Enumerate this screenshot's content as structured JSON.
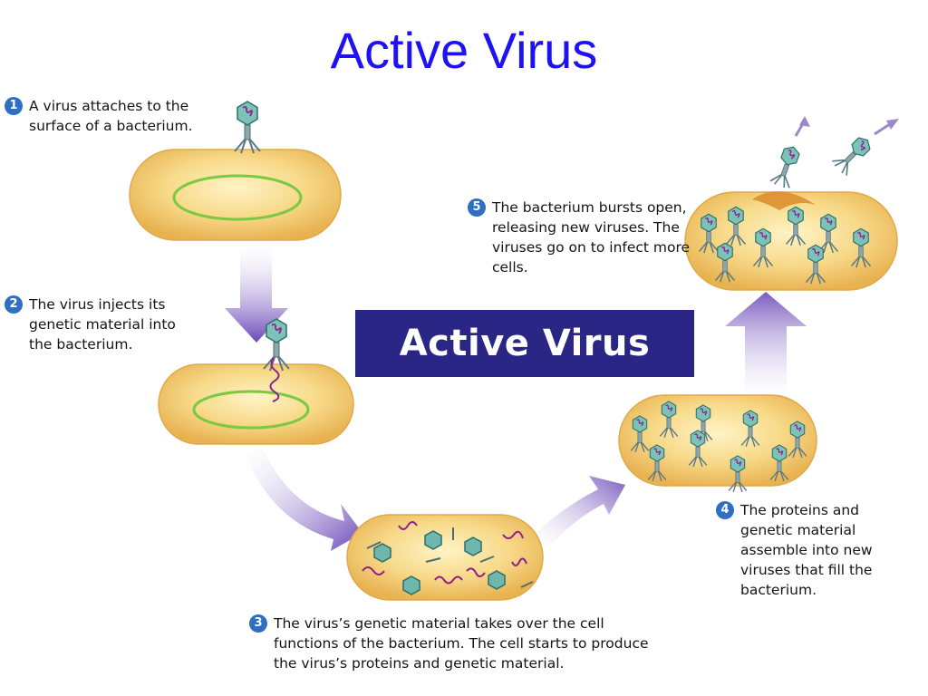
{
  "title": "Active Virus",
  "banner": "Active Virus",
  "steps": [
    {
      "num": "1",
      "text": "A virus attaches to the surface of a bacterium."
    },
    {
      "num": "2",
      "text": "The virus injects its genetic material into the bacterium."
    },
    {
      "num": "3",
      "text": "The virus’s genetic material takes over the cell functions of the bacterium. The cell starts to produce the virus’s proteins and genetic material."
    },
    {
      "num": "4",
      "text": "The proteins and genetic material assemble into new viruses that fill the bacterium."
    },
    {
      "num": "5",
      "text": "The bacterium bursts open, releasing new viruses. The viruses go on to infect more cells."
    }
  ],
  "colors": {
    "title": "#1f12f2",
    "banner_bg": "#2a2686",
    "step_badge": "#2f6fc1",
    "cell_fill": "#f3c766",
    "cell_edge": "#e6b24d",
    "nucleoid": "#7ac943",
    "virus_head": "#6fb6ad",
    "virus_dna": "#8e1f8c",
    "arrow": "#7a5bbf"
  }
}
